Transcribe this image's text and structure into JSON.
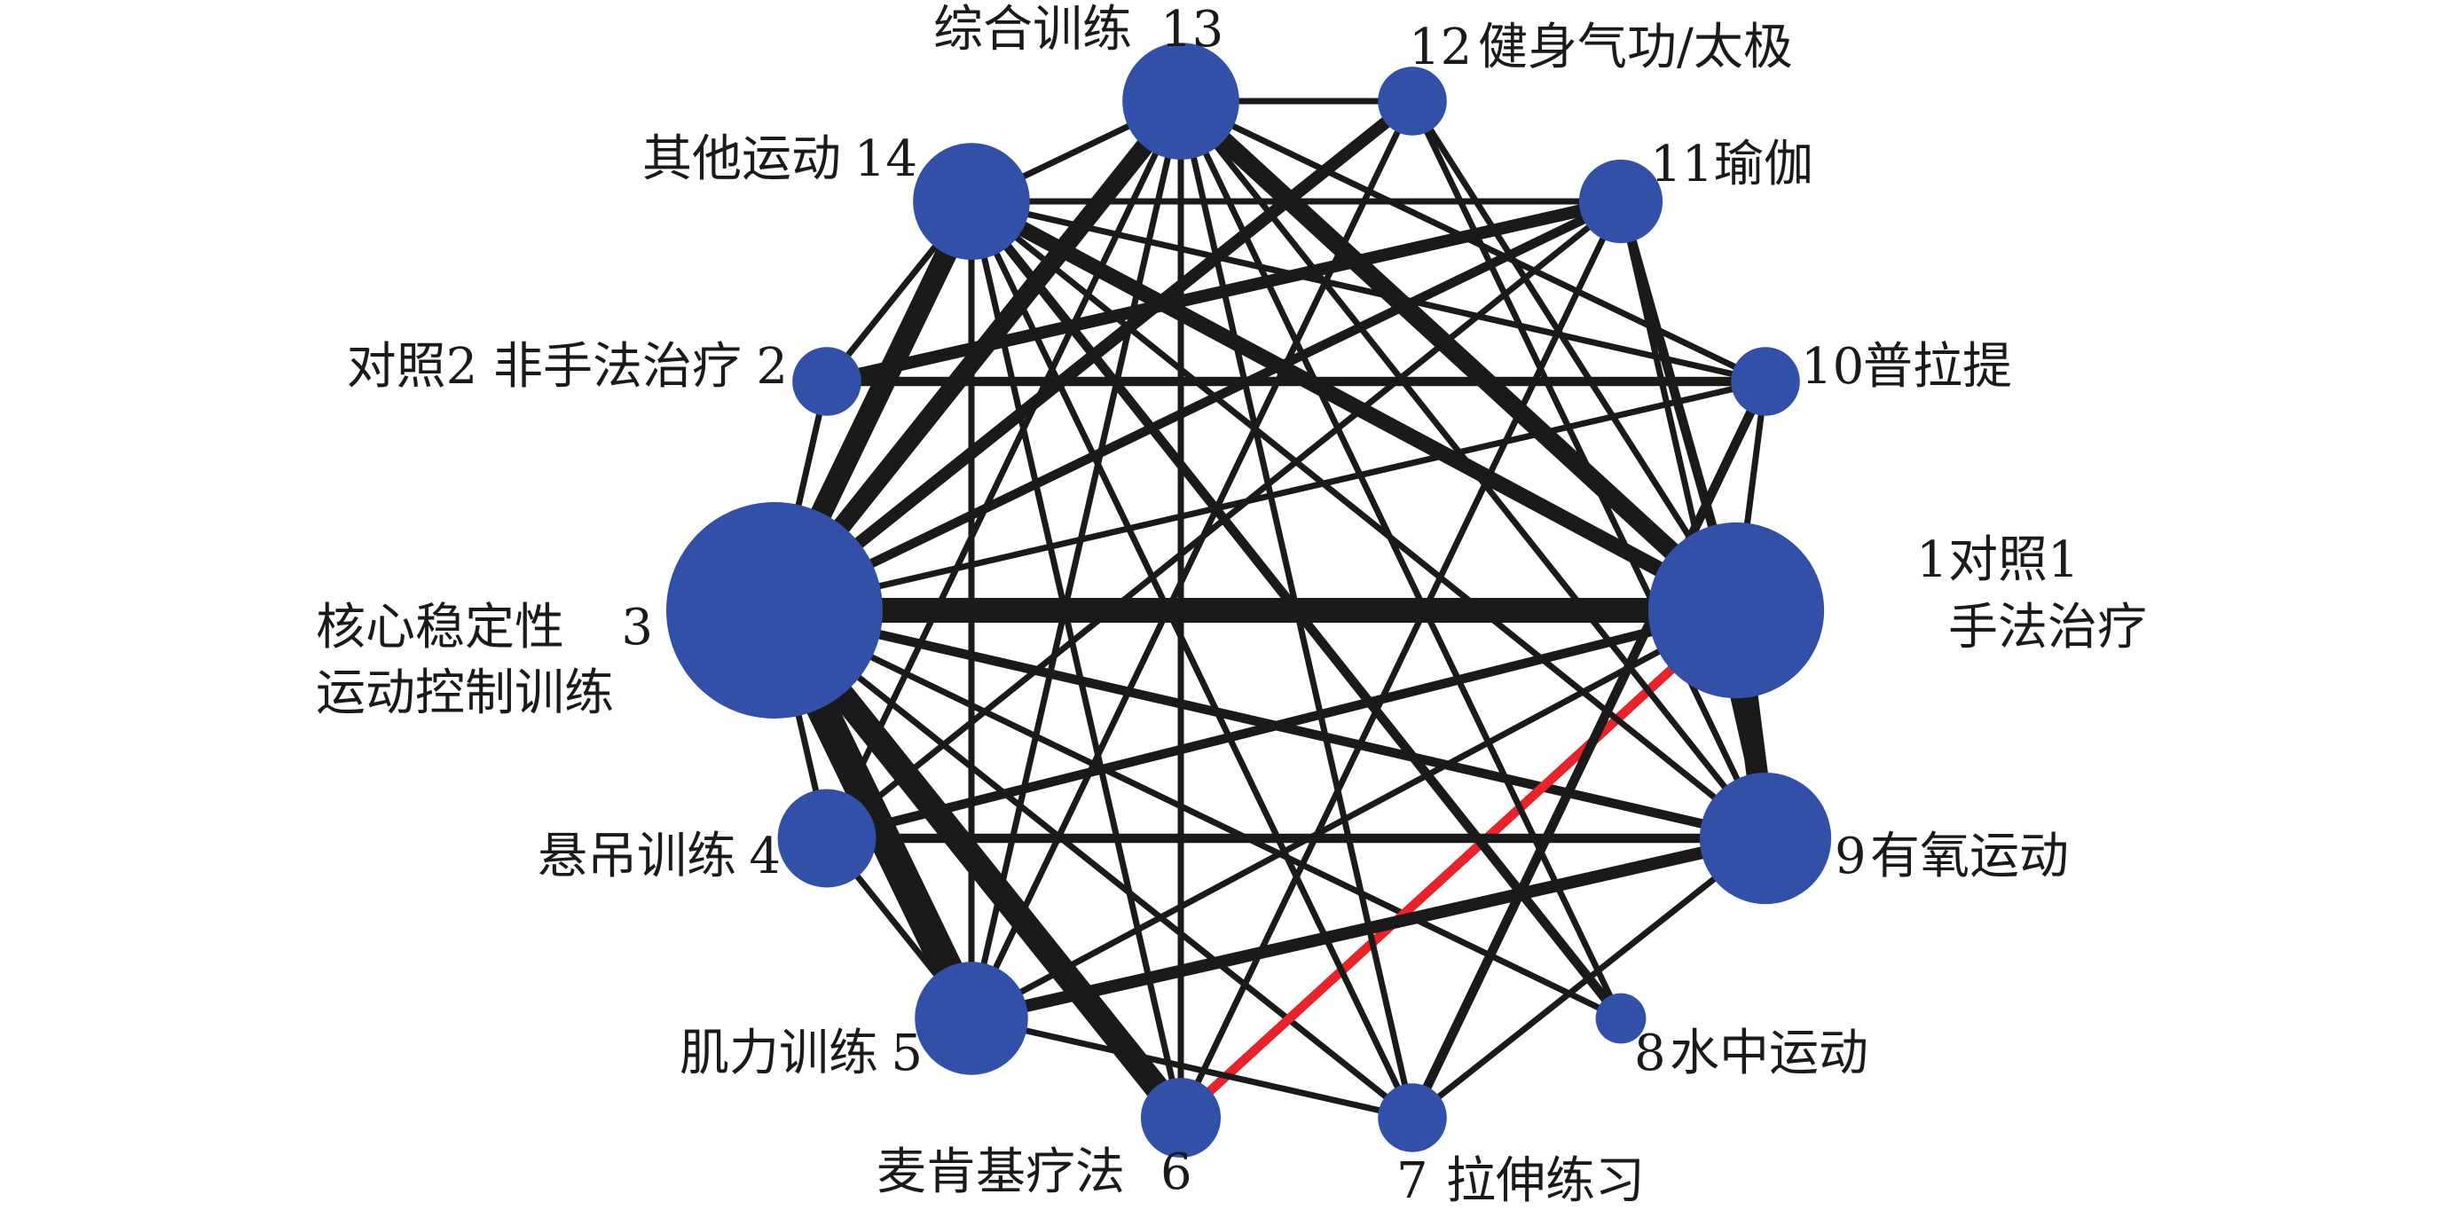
{
  "diagram": {
    "colors": {
      "node": "#3350a8",
      "edge": "#1a1a1a",
      "highlight_edge": "#e8232a",
      "background": "#ffffff"
    },
    "nodes": [
      {
        "id": 1,
        "number": "1",
        "label_lines": [
          "对照1",
          "手法治疗"
        ],
        "weight": 0.78
      },
      {
        "id": 2,
        "number": "2",
        "label_lines": [
          "对照2 非手法治疗"
        ],
        "weight": 0.2
      },
      {
        "id": 3,
        "number": "3",
        "label_lines": [
          "核心稳定性",
          "运动控制训练"
        ],
        "weight": 1.0
      },
      {
        "id": 4,
        "number": "4",
        "label_lines": [
          "悬吊训练"
        ],
        "weight": 0.36
      },
      {
        "id": 5,
        "number": "5",
        "label_lines": [
          "肌力训练"
        ],
        "weight": 0.44
      },
      {
        "id": 6,
        "number": "6",
        "label_lines": [
          "麦肯基疗法"
        ],
        "weight": 0.26
      },
      {
        "id": 7,
        "number": "7",
        "label_lines": [
          "拉伸练习"
        ],
        "weight": 0.2
      },
      {
        "id": 8,
        "number": "8",
        "label_lines": [
          "水中运动"
        ],
        "weight": 0.1
      },
      {
        "id": 9,
        "number": "9",
        "label_lines": [
          "有氧运动"
        ],
        "weight": 0.54
      },
      {
        "id": 10,
        "number": "10",
        "label_lines": [
          "普拉提"
        ],
        "weight": 0.2
      },
      {
        "id": 11,
        "number": "11",
        "label_lines": [
          "瑜伽"
        ],
        "weight": 0.28
      },
      {
        "id": 12,
        "number": "12",
        "label_lines": [
          "健身气功/太极"
        ],
        "weight": 0.2
      },
      {
        "id": 13,
        "number": "13",
        "label_lines": [
          "综合训练"
        ],
        "weight": 0.46
      },
      {
        "id": 14,
        "number": "14",
        "label_lines": [
          "其他运动"
        ],
        "weight": 0.46
      }
    ],
    "edges": [
      {
        "from": 3,
        "to": 1,
        "weight": 4
      },
      {
        "from": 3,
        "to": 2,
        "weight": 1
      },
      {
        "from": 3,
        "to": 4,
        "weight": 1
      },
      {
        "from": 3,
        "to": 5,
        "weight": 5
      },
      {
        "from": 3,
        "to": 6,
        "weight": 4
      },
      {
        "from": 3,
        "to": 7,
        "weight": 1
      },
      {
        "from": 3,
        "to": 8,
        "weight": 1
      },
      {
        "from": 3,
        "to": 9,
        "weight": 1.5
      },
      {
        "from": 3,
        "to": 10,
        "weight": 1
      },
      {
        "from": 3,
        "to": 11,
        "weight": 1.5
      },
      {
        "from": 3,
        "to": 12,
        "weight": 2
      },
      {
        "from": 3,
        "to": 13,
        "weight": 3
      },
      {
        "from": 3,
        "to": 14,
        "weight": 3.5
      },
      {
        "from": 1,
        "to": 13,
        "weight": 3
      },
      {
        "from": 1,
        "to": 14,
        "weight": 2.5
      },
      {
        "from": 1,
        "to": 9,
        "weight": 3.5
      },
      {
        "from": 1,
        "to": 11,
        "weight": 1.5
      },
      {
        "from": 1,
        "to": 12,
        "weight": 1
      },
      {
        "from": 1,
        "to": 4,
        "weight": 1.5
      },
      {
        "from": 1,
        "to": 5,
        "weight": 1
      },
      {
        "from": 1,
        "to": 6,
        "weight": 1.5,
        "highlight": true
      },
      {
        "from": 1,
        "to": 10,
        "weight": 1
      },
      {
        "from": 2,
        "to": 10,
        "weight": 1.5
      },
      {
        "from": 2,
        "to": 11,
        "weight": 2
      },
      {
        "from": 2,
        "to": 14,
        "weight": 1
      },
      {
        "from": 4,
        "to": 9,
        "weight": 1.5
      },
      {
        "from": 4,
        "to": 5,
        "weight": 1
      },
      {
        "from": 4,
        "to": 13,
        "weight": 1
      },
      {
        "from": 4,
        "to": 11,
        "weight": 1
      },
      {
        "from": 5,
        "to": 9,
        "weight": 2
      },
      {
        "from": 5,
        "to": 14,
        "weight": 1
      },
      {
        "from": 5,
        "to": 13,
        "weight": 1
      },
      {
        "from": 5,
        "to": 7,
        "weight": 1
      },
      {
        "from": 5,
        "to": 12,
        "weight": 1
      },
      {
        "from": 6,
        "to": 13,
        "weight": 1
      },
      {
        "from": 6,
        "to": 14,
        "weight": 1
      },
      {
        "from": 6,
        "to": 11,
        "weight": 1
      },
      {
        "from": 7,
        "to": 10,
        "weight": 1.5
      },
      {
        "from": 7,
        "to": 13,
        "weight": 1
      },
      {
        "from": 7,
        "to": 14,
        "weight": 1
      },
      {
        "from": 7,
        "to": 9,
        "weight": 1
      },
      {
        "from": 8,
        "to": 13,
        "weight": 1
      },
      {
        "from": 8,
        "to": 14,
        "weight": 1.5
      },
      {
        "from": 9,
        "to": 13,
        "weight": 1
      },
      {
        "from": 9,
        "to": 14,
        "weight": 1
      },
      {
        "from": 9,
        "to": 12,
        "weight": 1
      },
      {
        "from": 9,
        "to": 11,
        "weight": 1
      },
      {
        "from": 10,
        "to": 14,
        "weight": 1
      },
      {
        "from": 10,
        "to": 13,
        "weight": 1
      },
      {
        "from": 11,
        "to": 14,
        "weight": 1
      },
      {
        "from": 12,
        "to": 13,
        "weight": 1
      },
      {
        "from": 13,
        "to": 14,
        "weight": 1
      }
    ]
  }
}
